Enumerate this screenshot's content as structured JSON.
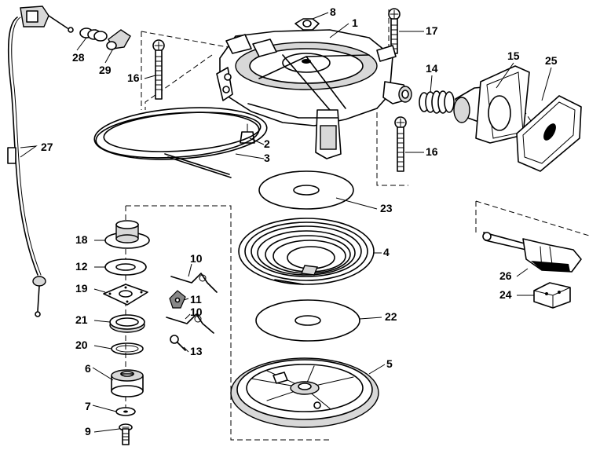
{
  "diagram": {
    "parts": [
      {
        "id": "p1",
        "label": "1",
        "name": "housing"
      },
      {
        "id": "p2",
        "label": "2",
        "name": "plug"
      },
      {
        "id": "p3",
        "label": "3",
        "name": "rope"
      },
      {
        "id": "p4",
        "label": "4",
        "name": "rewind-spring"
      },
      {
        "id": "p5",
        "label": "5",
        "name": "pulley"
      },
      {
        "id": "p6",
        "label": "6",
        "name": "hub"
      },
      {
        "id": "p7",
        "label": "7",
        "name": "washer"
      },
      {
        "id": "p8",
        "label": "8",
        "name": "nut"
      },
      {
        "id": "p9",
        "label": "9",
        "name": "screw"
      },
      {
        "id": "p10a",
        "label": "10",
        "name": "pawl-spring-upper"
      },
      {
        "id": "p10b",
        "label": "10",
        "name": "pawl-spring-lower"
      },
      {
        "id": "p11",
        "label": "11",
        "name": "pawl"
      },
      {
        "id": "p12",
        "label": "12",
        "name": "washer-12"
      },
      {
        "id": "p13",
        "label": "13",
        "name": "retainer-13"
      },
      {
        "id": "p14",
        "label": "14",
        "name": "spring-14"
      },
      {
        "id": "p15",
        "label": "15",
        "name": "rope-guide"
      },
      {
        "id": "p16a",
        "label": "16",
        "name": "bolt-16-upper"
      },
      {
        "id": "p16b",
        "label": "16",
        "name": "bolt-16-lower"
      },
      {
        "id": "p17",
        "label": "17",
        "name": "bolt-17"
      },
      {
        "id": "p18",
        "label": "18",
        "name": "cap-18"
      },
      {
        "id": "p19",
        "label": "19",
        "name": "plate-19"
      },
      {
        "id": "p20",
        "label": "20",
        "name": "ring-20"
      },
      {
        "id": "p21",
        "label": "21",
        "name": "bushing-21"
      },
      {
        "id": "p22",
        "label": "22",
        "name": "disc-22"
      },
      {
        "id": "p23",
        "label": "23",
        "name": "disc-23"
      },
      {
        "id": "p24",
        "label": "24",
        "name": "anchor-24"
      },
      {
        "id": "p25",
        "label": "25",
        "name": "seal-25"
      },
      {
        "id": "p26",
        "label": "26",
        "name": "handle-26"
      },
      {
        "id": "p27",
        "label": "27",
        "name": "cable-27"
      },
      {
        "id": "p28",
        "label": "28",
        "name": "spring-28"
      },
      {
        "id": "p29",
        "label": "29",
        "name": "connector-29"
      }
    ]
  }
}
